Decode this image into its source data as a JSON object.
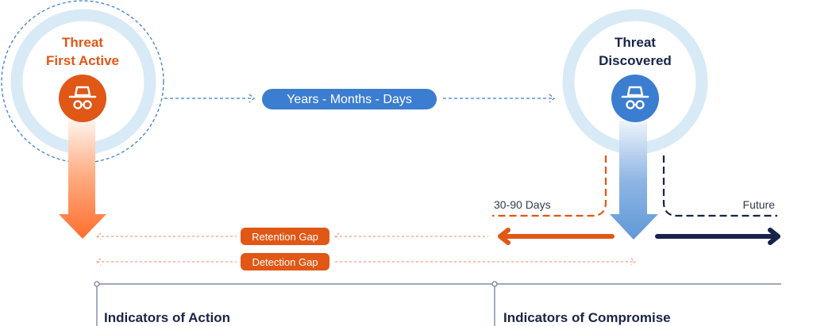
{
  "colors": {
    "orange": "#e05716",
    "blue": "#3b7dd0",
    "navy": "#18234a",
    "ring": "#d8eaf6"
  },
  "threat_first_active": {
    "line1": "Threat",
    "line2": "First Active",
    "icon": "incognito-icon"
  },
  "threat_discovered": {
    "line1": "Threat",
    "line2": "Discovered",
    "icon": "incognito-icon"
  },
  "timespan_label": "Years - Months - Days",
  "past_window_label": "30-90 Days",
  "future_label": "Future",
  "gaps": {
    "retention": "Retention Gap",
    "detection": "Detection Gap"
  },
  "axis": {
    "left_label": "Indicators of Action",
    "right_label": "Indicators of Compromise"
  }
}
